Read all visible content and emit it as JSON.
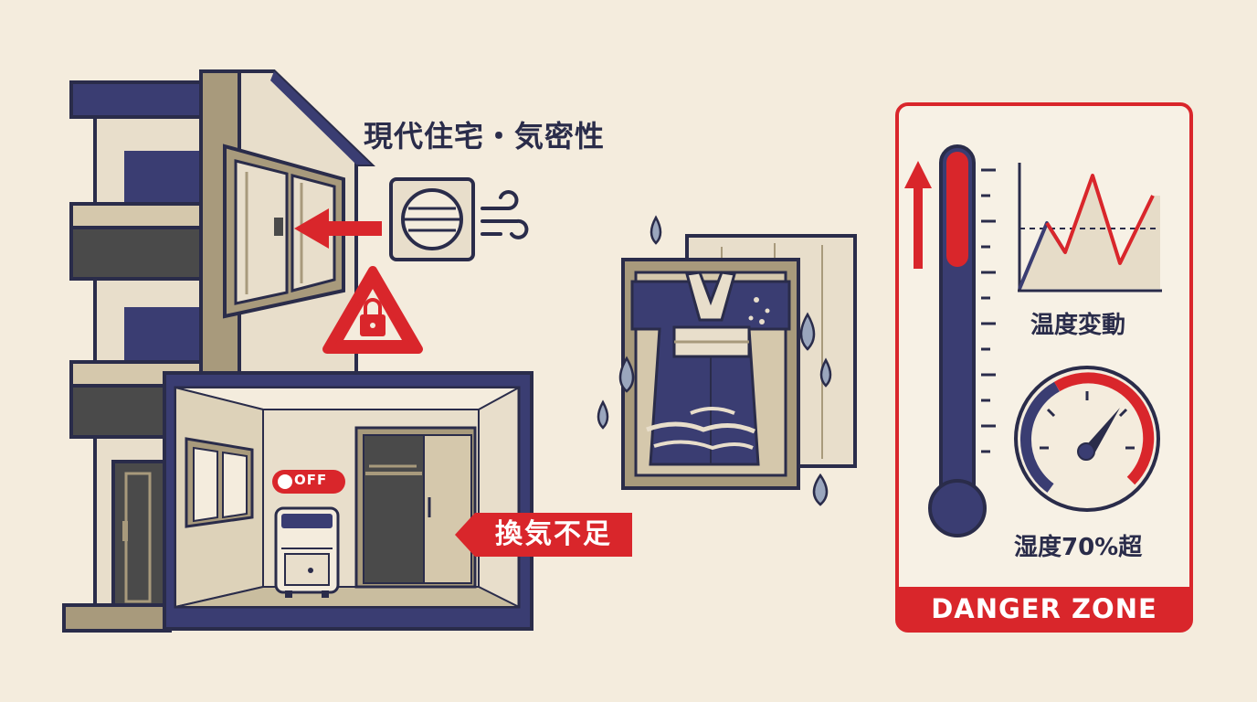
{
  "labels": {
    "modern_house": "現代住宅・気密性",
    "lack_ventilation": "換気不足",
    "off_switch": "OFF",
    "temperature_fluctuation": "温度変動",
    "humidity_over": "湿度70%超",
    "danger_zone": "DANGER ZONE"
  },
  "levels": {
    "thermometer_fill_percent": 70,
    "humidity_percent": 70,
    "humidity_threshold_percent": 70
  },
  "colors": {
    "navy": "#3a3d72",
    "red": "#d9262b",
    "beige": "#e8decb",
    "brown": "#a89a7c",
    "paper": "#f4ecdd"
  },
  "icons": [
    "building-icon",
    "window-icon",
    "vent-fan-icon",
    "wind-icon",
    "lock-warning-icon",
    "dehumidifier-icon",
    "closet-icon",
    "kimono-icon",
    "water-drop-icon",
    "thermometer-icon",
    "line-chart-icon",
    "gauge-icon"
  ]
}
